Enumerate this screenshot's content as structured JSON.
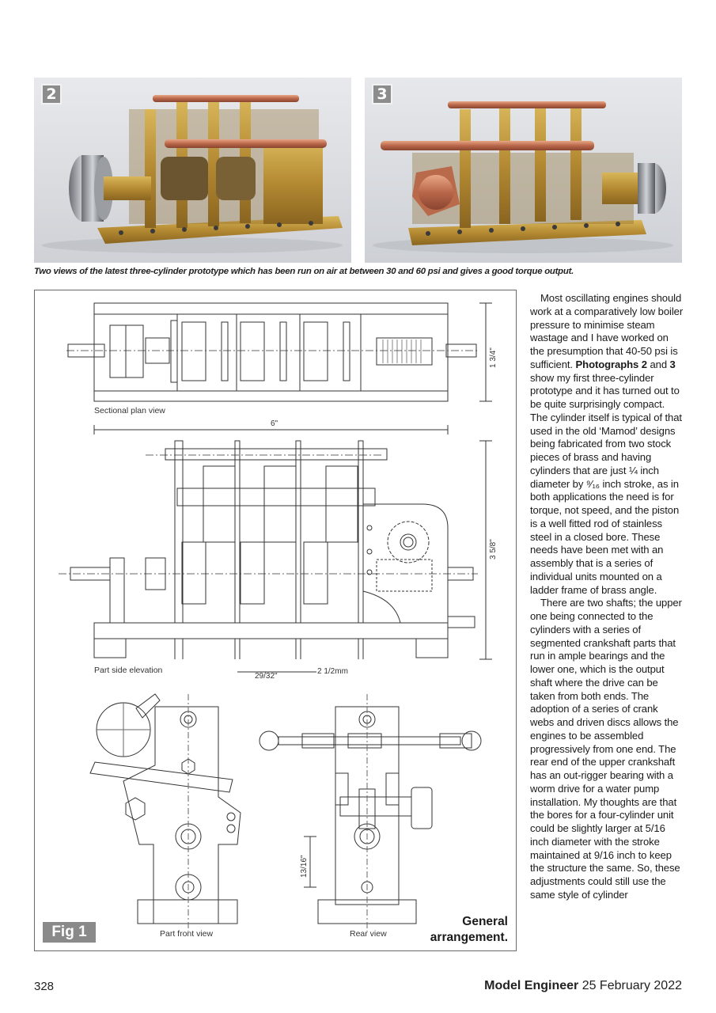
{
  "photos": [
    {
      "badge": "2"
    },
    {
      "badge": "3"
    }
  ],
  "photo_caption": "Two views of the latest three-cylinder prototype which has been run on air at between 30 and 60 psi and gives a good torque output.",
  "figure": {
    "badge": "Fig 1",
    "title_line1": "General",
    "title_line2": "arrangement.",
    "view_labels": {
      "plan": "Sectional plan view",
      "side": "Part side elevation",
      "front": "Part front view",
      "rear": "Rear view"
    },
    "dimensions": {
      "width": "6\"",
      "plan_height": "1 3/4\"",
      "side_height": "3 5/8\"",
      "pitch": "29/32\"",
      "gap": "2 1/2mm",
      "rear_height": "13/16\""
    }
  },
  "body": {
    "p1_before_bold1": "Most oscillating engines should work at a comparatively low boiler pressure to minimise steam wastage and I have worked on the presumption that 40-50 psi is sufficient.",
    "p1_bold1": "Photographs 2",
    "p1_and": "and",
    "p1_bold2": "3",
    "p1_after": "show my first three-cylinder prototype and it has turned out to be quite surprisingly compact. The cylinder itself is typical of that used in the old ‘Mamod’ designs being fabricated from two stock pieces of brass and having cylinders that are just ¼ inch diameter by ⁹⁄₁₆ inch stroke, as in both applications the need is for torque, not speed, and the piston is a well fitted rod of stainless steel in a closed bore. These needs have been met with an assembly that is a series of individual units mounted on a ladder frame of brass angle.",
    "p2": "There are two shafts; the upper one being connected to the cylinders with a series of segmented crankshaft parts that run in ample bearings and the lower one, which is the output shaft where the drive can be taken from both ends. The adoption of a series of crank webs and driven discs allows the engines to be assembled progressively from one end. The rear end of the upper crankshaft has an out-rigger bearing with a worm drive for a water pump installation. My thoughts are that the bores for a four-cylinder unit could be slightly larger at 5/16 inch diameter with the stroke maintained at 9/16 inch to keep the structure the same. So, these adjustments could still use the same style of cylinder"
  },
  "footer": {
    "page_number": "328",
    "magazine": "Model Engineer",
    "date": "25 February 2022"
  }
}
